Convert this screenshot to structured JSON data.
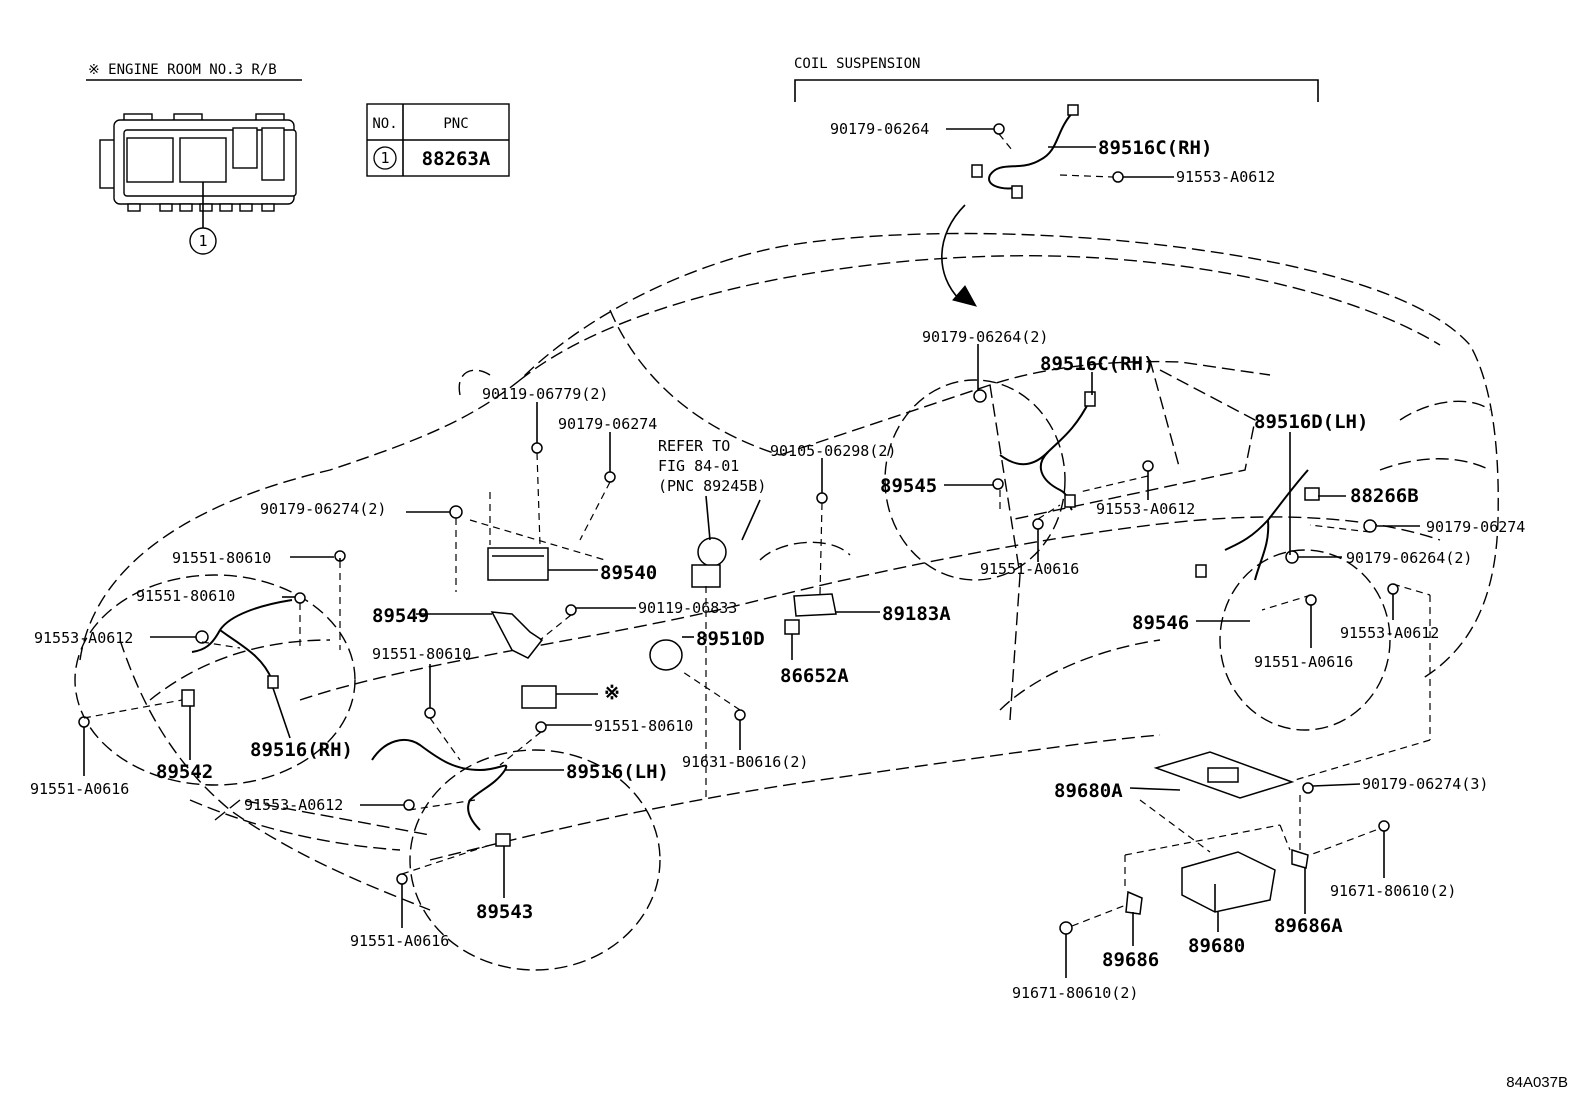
{
  "header": {
    "relay_block": "※ ENGINE ROOM NO.3 R/B",
    "coil_suspension": "COIL SUSPENSION",
    "refer_to": [
      "REFER TO",
      "FIG 84-01",
      "(PNC 89245B)"
    ]
  },
  "pnc_table": {
    "col_no": "NO.",
    "col_pnc": "PNC",
    "rows": [
      {
        "no": "1",
        "pnc": "88263A"
      }
    ]
  },
  "callout": "1",
  "asterisk": "※",
  "parts": [
    {
      "id": "p01",
      "label": "90179-06264",
      "kind": "small"
    },
    {
      "id": "p02",
      "label": "89516C(RH)",
      "kind": "bold"
    },
    {
      "id": "p03",
      "label": "91553-A0612",
      "kind": "small"
    },
    {
      "id": "p04",
      "label": "90179-06264(2)",
      "kind": "small"
    },
    {
      "id": "p05",
      "label": "89516C(RH)",
      "kind": "bold"
    },
    {
      "id": "p06",
      "label": "89516D(LH)",
      "kind": "bold"
    },
    {
      "id": "p07",
      "label": "90119-06779(2)",
      "kind": "small"
    },
    {
      "id": "p08",
      "label": "90179-06274",
      "kind": "small"
    },
    {
      "id": "p09",
      "label": "90105-06298(2)",
      "kind": "small"
    },
    {
      "id": "p10",
      "label": "89545",
      "kind": "bold"
    },
    {
      "id": "p11",
      "label": "91553-A0612",
      "kind": "small"
    },
    {
      "id": "p12",
      "label": "88266B",
      "kind": "bold"
    },
    {
      "id": "p13",
      "label": "90179-06274",
      "kind": "small"
    },
    {
      "id": "p14",
      "label": "90179-06274(2)",
      "kind": "small"
    },
    {
      "id": "p15",
      "label": "91551-A0616",
      "kind": "small"
    },
    {
      "id": "p16",
      "label": "90179-06264(2)",
      "kind": "small"
    },
    {
      "id": "p17",
      "label": "91551-80610",
      "kind": "small"
    },
    {
      "id": "p18",
      "label": "89540",
      "kind": "bold"
    },
    {
      "id": "p19",
      "label": "91551-80610",
      "kind": "small"
    },
    {
      "id": "p20",
      "label": "89549",
      "kind": "bold"
    },
    {
      "id": "p21",
      "label": "90119-06833",
      "kind": "small"
    },
    {
      "id": "p22",
      "label": "89183A",
      "kind": "bold"
    },
    {
      "id": "p23",
      "label": "89546",
      "kind": "bold"
    },
    {
      "id": "p24",
      "label": "91553-A0612",
      "kind": "small"
    },
    {
      "id": "p25",
      "label": "91553-A0612",
      "kind": "small"
    },
    {
      "id": "p26",
      "label": "91551-80610",
      "kind": "small"
    },
    {
      "id": "p27",
      "label": "89510D",
      "kind": "bold"
    },
    {
      "id": "p28",
      "label": "86652A",
      "kind": "bold"
    },
    {
      "id": "p29",
      "label": "91551-A0616",
      "kind": "small"
    },
    {
      "id": "p30",
      "label": "91551-80610",
      "kind": "small"
    },
    {
      "id": "p31",
      "label": "89516(RH)",
      "kind": "bold"
    },
    {
      "id": "p32",
      "label": "91631-B0616(2)",
      "kind": "small"
    },
    {
      "id": "p33",
      "label": "89516(LH)",
      "kind": "bold"
    },
    {
      "id": "p34",
      "label": "89542",
      "kind": "bold"
    },
    {
      "id": "p35",
      "label": "91551-A0616",
      "kind": "small"
    },
    {
      "id": "p36",
      "label": "91553-A0612",
      "kind": "small"
    },
    {
      "id": "p37",
      "label": "89680A",
      "kind": "bold"
    },
    {
      "id": "p38",
      "label": "90179-06274(3)",
      "kind": "small"
    },
    {
      "id": "p39",
      "label": "91671-80610(2)",
      "kind": "small"
    },
    {
      "id": "p40",
      "label": "89543",
      "kind": "bold"
    },
    {
      "id": "p41",
      "label": "89686A",
      "kind": "bold"
    },
    {
      "id": "p42",
      "label": "91551-A0616",
      "kind": "small"
    },
    {
      "id": "p43",
      "label": "89686",
      "kind": "bold"
    },
    {
      "id": "p44",
      "label": "89680",
      "kind": "bold"
    },
    {
      "id": "p45",
      "label": "91671-80610(2)",
      "kind": "small"
    }
  ],
  "illustration_code": "84A037B"
}
